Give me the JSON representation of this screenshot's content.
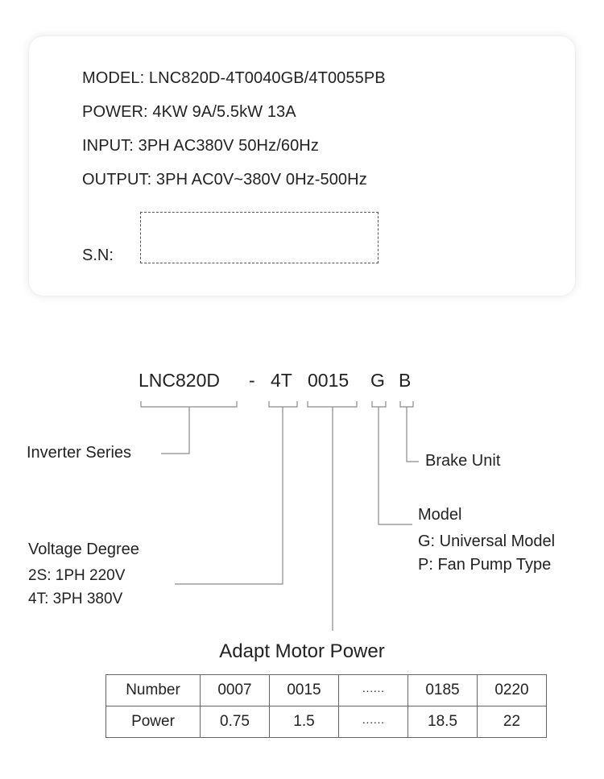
{
  "nameplate": {
    "model": "MODEL: LNC820D-4T0040GB/4T0055PB",
    "power": "POWER: 4KW 9A/5.5kW 13A",
    "input": "INPUT: 3PH AC380V 50Hz/60Hz",
    "output": "OUTPUT: 3PH AC0V~380V 0Hz-500Hz",
    "sn_label": "S.N:"
  },
  "code": {
    "series": "LNC820D",
    "dash": "-",
    "voltage": "4T",
    "power": "0015",
    "model": "G",
    "brake": "B"
  },
  "labels": {
    "inverter_series": "Inverter Series",
    "brake_unit": "Brake Unit",
    "model_title": "Model",
    "model_g": "G: Universal Model",
    "model_p": "P: Fan Pump Type",
    "voltage_title": "Voltage Degree",
    "voltage_2s": "2S: 1PH 220V",
    "voltage_4t": "4T: 3PH 380V"
  },
  "motor_table": {
    "title": "Adapt Motor Power",
    "rows": [
      [
        "Number",
        "0007",
        "0015",
        "······",
        "0185",
        "0220"
      ],
      [
        "Power",
        "0.75",
        "1.5",
        "······",
        "18.5",
        "22"
      ]
    ]
  }
}
